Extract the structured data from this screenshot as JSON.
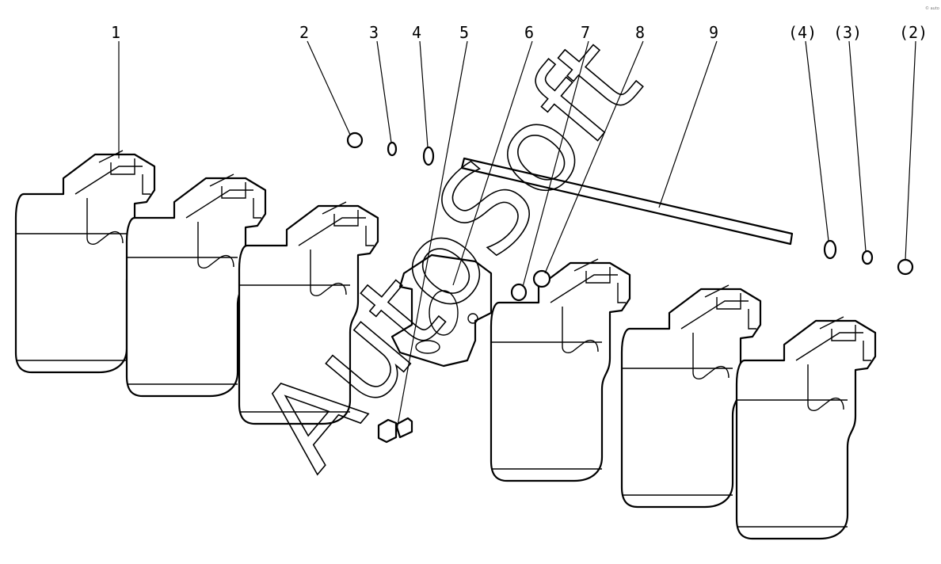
{
  "callouts": [
    {
      "id": "c1",
      "text": "1"
    },
    {
      "id": "c2",
      "text": "2"
    },
    {
      "id": "c3",
      "text": "3"
    },
    {
      "id": "c4",
      "text": "4"
    },
    {
      "id": "c5",
      "text": "5"
    },
    {
      "id": "c6",
      "text": "6"
    },
    {
      "id": "c7",
      "text": "7"
    },
    {
      "id": "c8",
      "text": "8"
    },
    {
      "id": "c9",
      "text": "9"
    },
    {
      "id": "c4r",
      "text": "(4)"
    },
    {
      "id": "c3r",
      "text": "(3)"
    },
    {
      "id": "c2r",
      "text": "(2)"
    }
  ],
  "watermark": {
    "text": "AutoSoft",
    "corner_text": "© auto"
  }
}
